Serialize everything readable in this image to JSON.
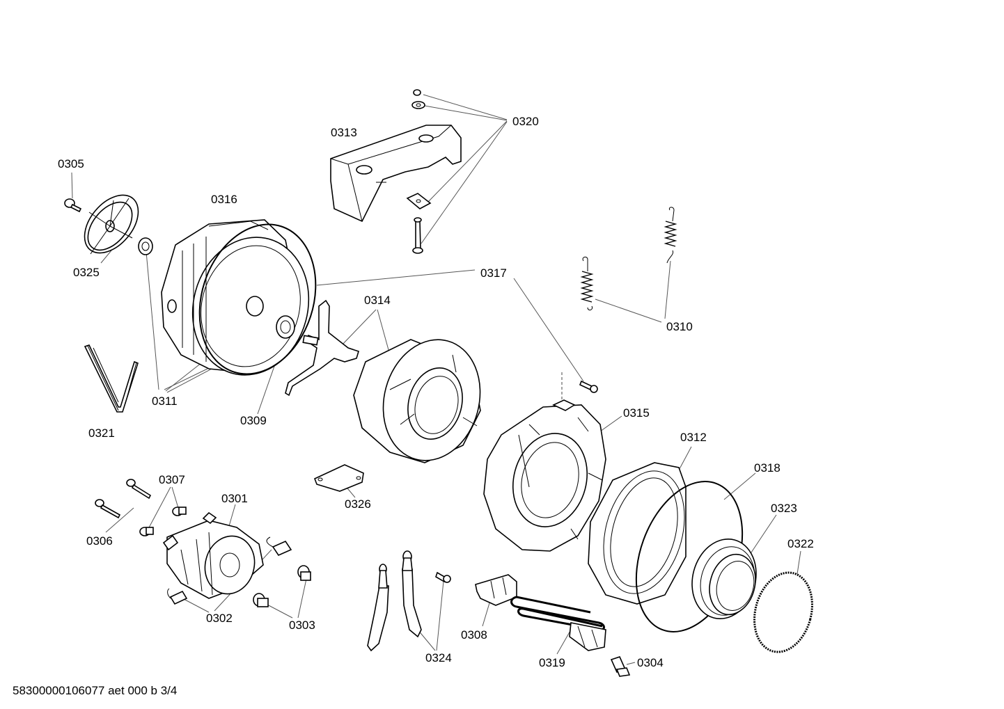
{
  "parts": [
    {
      "id": "0301"
    },
    {
      "id": "0302"
    },
    {
      "id": "0303"
    },
    {
      "id": "0304"
    },
    {
      "id": "0305"
    },
    {
      "id": "0306"
    },
    {
      "id": "0307"
    },
    {
      "id": "0308"
    },
    {
      "id": "0309"
    },
    {
      "id": "0310"
    },
    {
      "id": "0311"
    },
    {
      "id": "0312"
    },
    {
      "id": "0313"
    },
    {
      "id": "0314"
    },
    {
      "id": "0315"
    },
    {
      "id": "0316"
    },
    {
      "id": "0317"
    },
    {
      "id": "0318"
    },
    {
      "id": "0319"
    },
    {
      "id": "0320"
    },
    {
      "id": "0321"
    },
    {
      "id": "0322"
    },
    {
      "id": "0323"
    },
    {
      "id": "0324"
    },
    {
      "id": "0325"
    },
    {
      "id": "0326"
    }
  ],
  "footer": "58300000106077 aet 000 b 3/4"
}
